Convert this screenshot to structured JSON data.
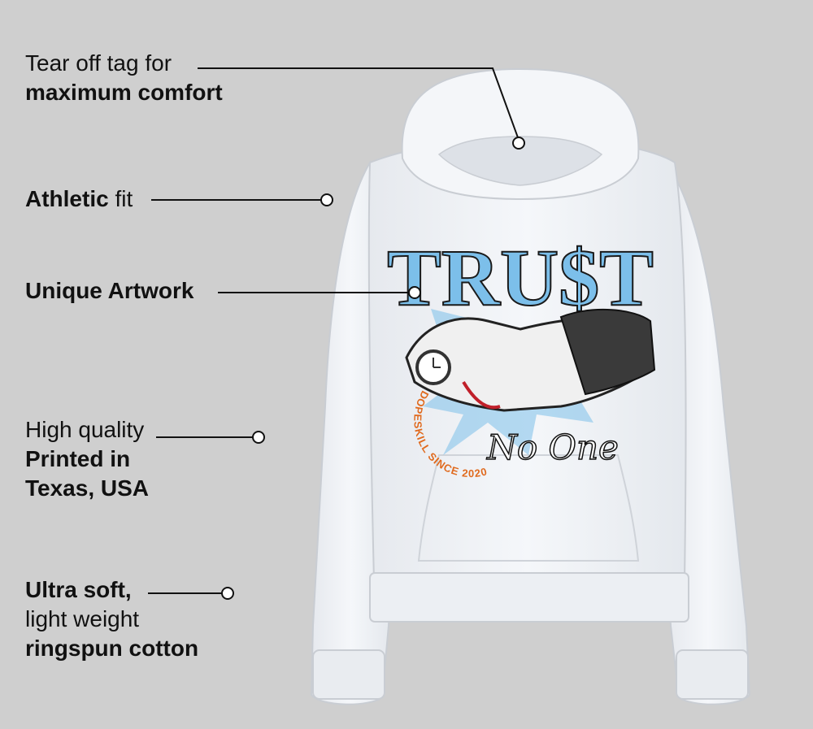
{
  "callouts": {
    "tag": {
      "line1": "Tear off tag for",
      "line2": "maximum comfort"
    },
    "fit": {
      "bold": "Athletic",
      "rest": " fit"
    },
    "artwork": {
      "text": "Unique Artwork"
    },
    "quality": {
      "line1": "High quality",
      "line2": "Printed in",
      "line3": "Texas, USA"
    },
    "cotton": {
      "line1": "Ultra soft,",
      "line2": "light weight",
      "line3": "ringspun cotton"
    }
  },
  "artwork": {
    "headline": "TRU$T",
    "script": "No One",
    "arc_text": "DOPESKILL SINCE 2020"
  },
  "colors": {
    "background": "#cfcfcf",
    "hoodie": "#f3f5f8",
    "hoodie_shadow": "#d9dde3",
    "accent_blue": "#7cbfea",
    "accent_brown": "#8a3a14",
    "accent_orange": "#e06a1e"
  }
}
